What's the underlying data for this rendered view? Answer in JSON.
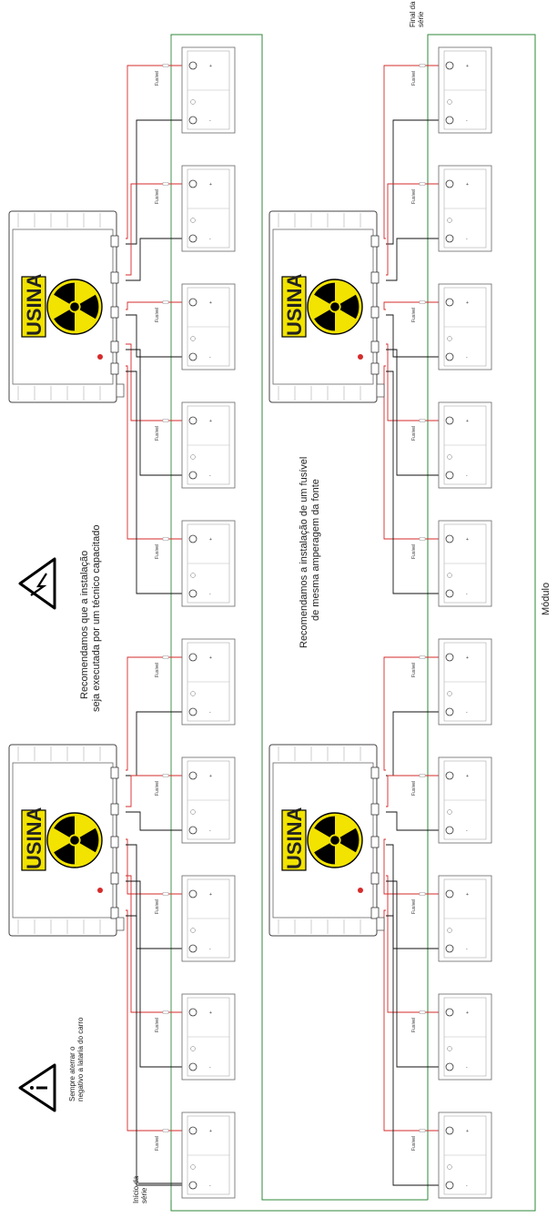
{
  "labels": {
    "start_series": "Início da\nsérie",
    "end_series": "Final da\nsérie",
    "ground_note": "Sempre aterrar o\nnegativo a lataria do carro",
    "installer_note": "Recomendamos que a instalação\nseja executada por um técnico capacitado",
    "fuse_note": "Recomendamos a instalação de um fusível\nde mesma amperagem da fonte",
    "module": "Módulo",
    "fuse": "Fusível"
  },
  "brand": "USINA",
  "colors": {
    "positive_wire": "#d62b2b",
    "negative_wire": "#111111",
    "series_wire": "#2f8a3a",
    "brand_yellow": "#f2e300"
  },
  "icons": [
    "warning-icon",
    "high-voltage-icon",
    "radiation-icon"
  ]
}
